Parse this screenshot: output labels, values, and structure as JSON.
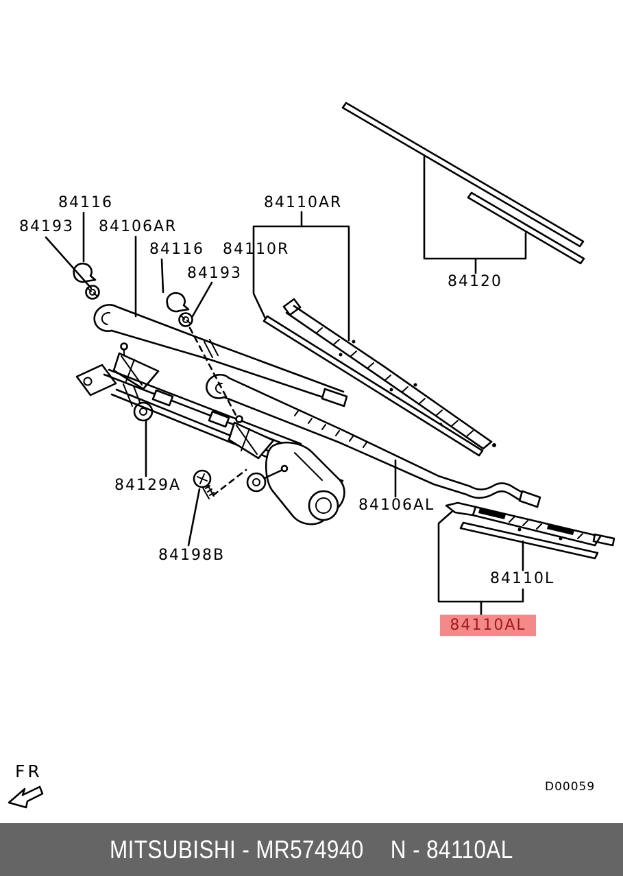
{
  "labels": {
    "p84116_1": "84116",
    "p84193_1": "84193",
    "p84106ar": "84106AR",
    "p84116_2": "84116",
    "p84193_2": "84193",
    "p84110ar": "84110AR",
    "p84110r": "84110R",
    "p84120": "84120",
    "p84129a": "84129A",
    "p84198b": "84198B",
    "p84106al": "84106AL",
    "p84110l": "84110L",
    "p84110al": "84110AL"
  },
  "compass": {
    "label": "FR"
  },
  "drawing_code": "D00059",
  "footer": {
    "left": "MITSUBISHI - MR574940",
    "right": "N - 84110AL"
  },
  "colors": {
    "highlight_bg": "#f58989",
    "highlight_text": "#9c1c1c",
    "footer_bg": "#656565",
    "line": "#000000",
    "background": "#ffffff"
  }
}
